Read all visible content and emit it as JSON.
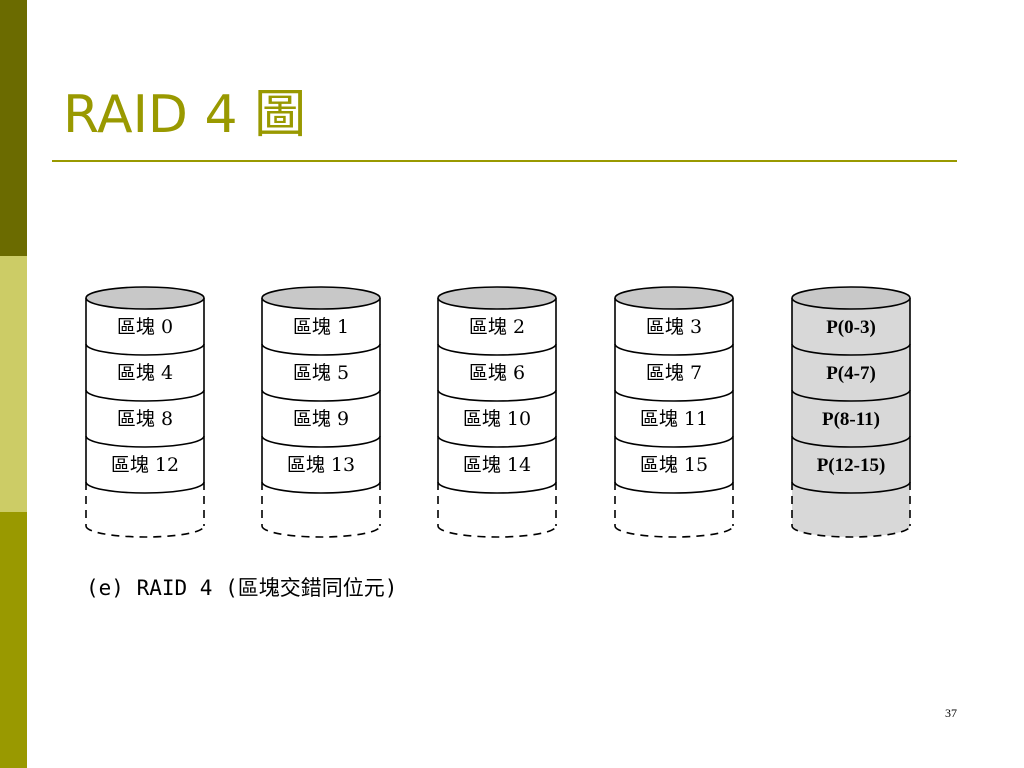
{
  "slide": {
    "title": "RAID 4 圖",
    "caption": "(e) RAID 4 (區塊交錯同位元)",
    "page_number": "37"
  },
  "colors": {
    "accent": "#999900",
    "bar_dark": "#6b6b00",
    "bar_light": "#cccc66",
    "parity_fill": "#d8d8d8",
    "cap_fill": "#c8c8c8"
  },
  "disks": [
    {
      "kind": "data",
      "blocks": [
        "區塊 0",
        "區塊 4",
        "區塊 8",
        "區塊 12"
      ]
    },
    {
      "kind": "data",
      "blocks": [
        "區塊 1",
        "區塊 5",
        "區塊 9",
        "區塊 13"
      ]
    },
    {
      "kind": "data",
      "blocks": [
        "區塊 2",
        "區塊 6",
        "區塊 10",
        "區塊 14"
      ]
    },
    {
      "kind": "data",
      "blocks": [
        "區塊 3",
        "區塊 7",
        "區塊 11",
        "區塊 15"
      ]
    },
    {
      "kind": "parity",
      "blocks": [
        "P(0-3)",
        "P(4-7)",
        "P(8-11)",
        "P(12-15)"
      ]
    }
  ]
}
